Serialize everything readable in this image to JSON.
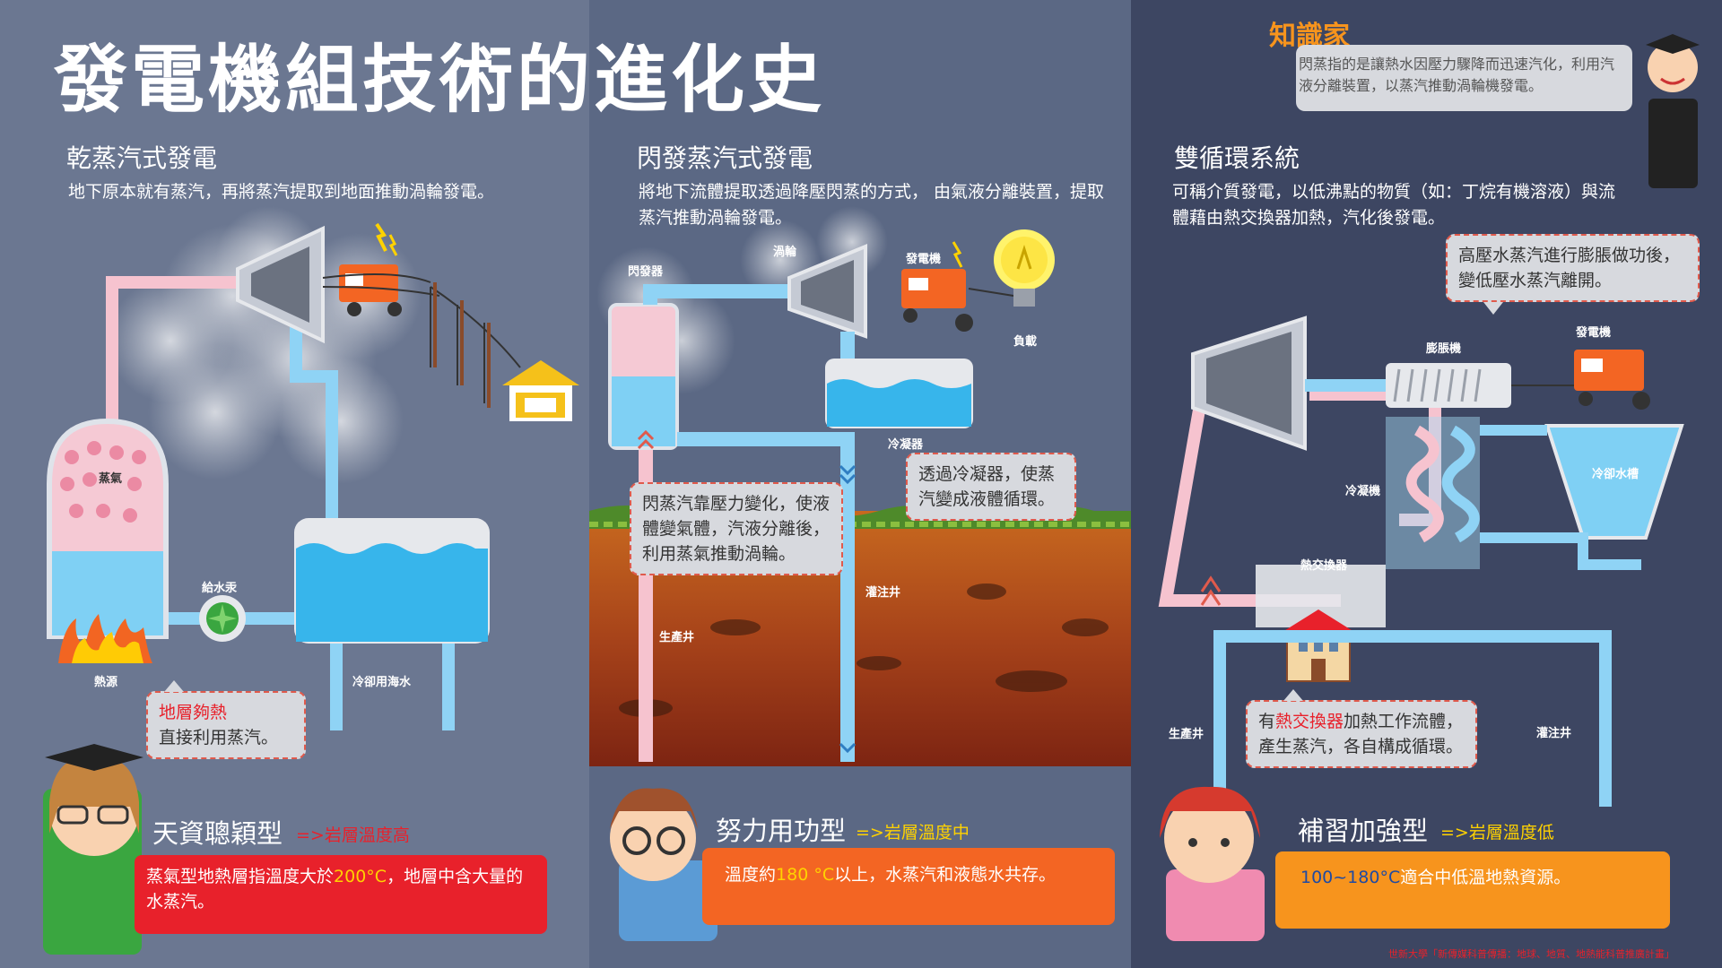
{
  "title": "發電機組技術的進化史",
  "panels": {
    "dry": {
      "heading": "乾蒸汽式發電",
      "desc": "地下原本就有蒸汽，再將蒸汽提取到地面推動渦輪發電。",
      "labels": {
        "steam": "蒸氣",
        "heat_source": "熱源",
        "feed_pump": "給水汞",
        "cooling_water": "冷卻用海水"
      },
      "callout": {
        "highlight": "地層夠熱",
        "text": "直接利用蒸汽。"
      },
      "banner": {
        "title": "天資聰穎型",
        "tag": "=>岩層溫度高",
        "text_pre": "蒸氣型地熱層指溫度大於",
        "text_hl": "200°C",
        "text_post": "，地層中含大量的水蒸汽。"
      }
    },
    "flash": {
      "heading": "閃發蒸汽式發電",
      "desc": "將地下流體提取透過降壓閃蒸的方式， 由氣液分離裝置，提取蒸汽推動渦輪發電。",
      "labels": {
        "flasher": "閃發器",
        "turbine": "渦輪",
        "generator": "發電機",
        "load": "負載",
        "condenser": "冷凝器",
        "injection_well": "灌注井",
        "production_well": "生產井"
      },
      "callout1": "閃蒸汽靠壓力變化，使液體變氣體，汽液分離後，利用蒸氣推動渦輪。",
      "callout2": "透過冷凝器，使蒸汽變成液體循環。",
      "banner": {
        "title": "努力用功型",
        "tag": "=>岩層溫度中",
        "text_pre": "溫度約",
        "text_hl": "180 °C",
        "text_post": "以上，水蒸汽和液態水共存。"
      }
    },
    "binary": {
      "heading": "雙循環系統",
      "desc": "可稱介質發電，以低沸點的物質（如：丁烷有機溶液）與流體藉由熱交換器加熱，汽化後發電。",
      "expert_label": "知識家",
      "expert_text": "閃蒸指的是讓熱水因壓力驟降而迅速汽化，利用汽液分離裝置，以蒸汽推動渦輪機發電。",
      "labels": {
        "expander": "膨脹機",
        "generator": "發電機",
        "condenser": "冷凝機",
        "cooling_tank": "冷卻水槽",
        "heat_exchanger": "熱交換器",
        "production_well": "生產井",
        "injection_well": "灌注井"
      },
      "callout1": "高壓水蒸汽進行膨脹做功後，變低壓水蒸汽離開。",
      "callout2": {
        "pre": "有",
        "highlight": "熱交換器",
        "post": "加熱工作流體，產生蒸汽，各自構成循環。"
      },
      "banner": {
        "title": "補習加強型",
        "tag": "=>岩層溫度低",
        "text_hl": "100~180°C",
        "text_post": "適合中低溫地熱資源。"
      }
    }
  },
  "footer": "世新大學「新傳媒科普傳播：地球、地質、地熱能科普推廣計畫」",
  "colors": {
    "hot_pipe": "#f6c3cf",
    "cold_pipe": "#8fd3f5",
    "red_banner": "#e8212b",
    "orange_banner": "#f36523",
    "amber_banner": "#f7941d",
    "highlight_red": "#e8212b",
    "highlight_yellow": "#ffd200"
  }
}
